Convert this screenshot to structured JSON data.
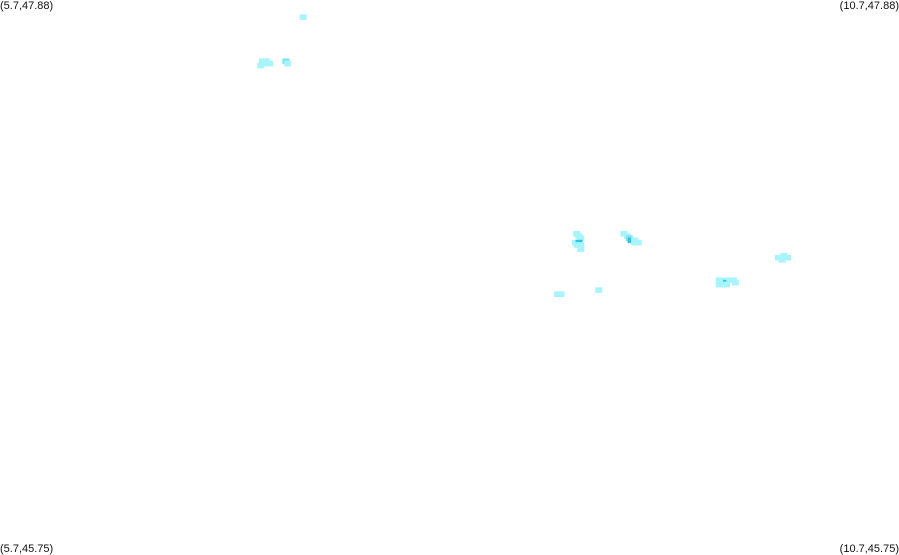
{
  "corners": {
    "top_left": "(5.7,47.88)",
    "top_right": "(10.7,47.88)",
    "bottom_left": "(5.7,45.75)",
    "bottom_right": "(10.7,45.75)"
  },
  "extent": {
    "lon_min": 5.7,
    "lon_max": 10.7,
    "lat_min": 45.75,
    "lat_max": 47.88
  },
  "colors": {
    "light": "#a8f4fb",
    "medium": "#7fe6f4",
    "dark": "#33c4e0"
  },
  "clusters": [
    {
      "cells": [
        [
          7.386,
          47.811,
          "light"
        ]
      ]
    },
    {
      "cells": [
        [
          7.16,
          47.641,
          "light"
        ],
        [
          7.18,
          47.641,
          "light"
        ],
        [
          7.2,
          47.632,
          "light"
        ],
        [
          7.17,
          47.632,
          "light"
        ],
        [
          7.15,
          47.624,
          "light"
        ],
        [
          7.29,
          47.641,
          "medium"
        ],
        [
          7.3,
          47.632,
          "light"
        ]
      ]
    },
    {
      "cells": [
        [
          8.908,
          46.975,
          "light"
        ],
        [
          8.93,
          46.958,
          "light"
        ],
        [
          8.92,
          46.966,
          "light"
        ],
        [
          8.9,
          46.941,
          "light"
        ],
        [
          8.92,
          46.941,
          "dark"
        ],
        [
          8.93,
          46.932,
          "light"
        ],
        [
          8.91,
          46.932,
          "light"
        ],
        [
          8.93,
          46.916,
          "light"
        ]
      ]
    },
    {
      "cells": [
        [
          9.17,
          46.975,
          "light"
        ],
        [
          9.19,
          46.966,
          "light"
        ],
        [
          9.2,
          46.958,
          "medium"
        ],
        [
          9.21,
          46.95,
          "dark"
        ],
        [
          9.23,
          46.95,
          "light"
        ],
        [
          9.25,
          46.941,
          "light"
        ],
        [
          9.23,
          46.941,
          "light"
        ]
      ]
    },
    {
      "cells": [
        [
          10.08,
          46.883,
          "light"
        ],
        [
          10.06,
          46.891,
          "light"
        ],
        [
          10.03,
          46.883,
          "light"
        ],
        [
          10.05,
          46.875,
          "light"
        ]
      ]
    },
    {
      "cells": [
        [
          9.7,
          46.796,
          "light"
        ],
        [
          9.72,
          46.796,
          "light"
        ],
        [
          9.74,
          46.787,
          "dark"
        ],
        [
          9.76,
          46.796,
          "light"
        ],
        [
          9.78,
          46.796,
          "light"
        ],
        [
          9.79,
          46.787,
          "light"
        ],
        [
          9.72,
          46.779,
          "light"
        ],
        [
          9.74,
          46.779,
          "light"
        ],
        [
          9.7,
          46.779,
          "light"
        ]
      ]
    },
    {
      "cells": [
        [
          8.8,
          46.742,
          "light"
        ],
        [
          8.82,
          46.742,
          "light"
        ]
      ]
    },
    {
      "cells": [
        [
          9.03,
          46.758,
          "light"
        ]
      ]
    }
  ]
}
